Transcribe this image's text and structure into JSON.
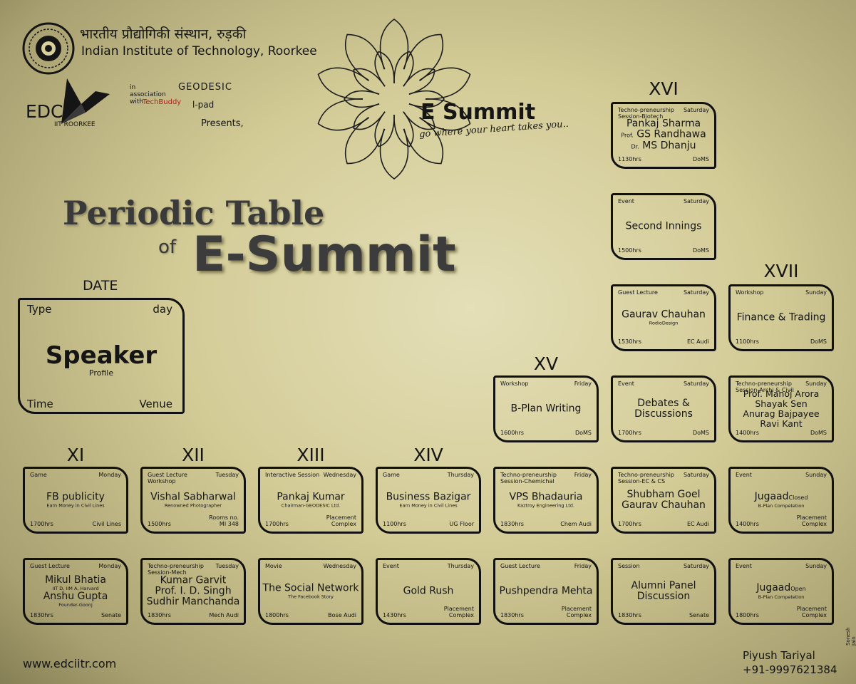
{
  "header": {
    "hindi": "भारतीय प्रौद्योगिकी संस्थान, रुड़की",
    "institute": "Indian Institute of Technology, Roorkee",
    "edc": "EDC",
    "edc_sub": "IIT ROORKEE",
    "assoc": "in association with",
    "geodesic": "GEODESIC",
    "techbuddy": "TechBuddy",
    "lpad": "l-pad",
    "presents": "Presents,"
  },
  "esummit": {
    "title": "E Summit",
    "tagline": "go where your heart takes you.."
  },
  "poster_title": {
    "line1": "Periodic Table",
    "of": "of",
    "line2": "E-Summit"
  },
  "key": {
    "date": "DATE",
    "type": "Type",
    "day": "day",
    "speaker": "Speaker",
    "profile": "Profile",
    "time": "Time",
    "venue": "Venue"
  },
  "groups": [
    "XI",
    "XII",
    "XIII",
    "XIV",
    "XV",
    "XVI",
    "XVII"
  ],
  "cards": [
    {
      "type": "Game",
      "day": "Monday",
      "name": "FB publicity",
      "sub": "Earn Money in Civil Lines",
      "time": "1700hrs",
      "venue": "Civil Lines"
    },
    {
      "type": "Guest Lecture Workshop",
      "day": "Tuesday",
      "name": "Vishal Sabharwal",
      "sub": "Renowned Photographer",
      "time": "1500hrs",
      "venue": "Rooms no. MI 348"
    },
    {
      "type": "Interactive Session",
      "day": "Wednesday",
      "name": "Pankaj Kumar",
      "sub": "Chairman-GEODESIC Ltd.",
      "time": "1700hrs",
      "venue": "Placement Complex"
    },
    {
      "type": "Game",
      "day": "Thursday",
      "name": "Business Bazigar",
      "sub": "Earn Money in Civil Lines",
      "time": "1100hrs",
      "venue": "UG Floor"
    },
    {
      "type": "Techno-preneurship Session-Chemichal",
      "day": "Friday",
      "name": "VPS Bhadauria",
      "sub": "Kaztroy Engineering Ltd.",
      "time": "1830hrs",
      "venue": "Chem Audi"
    },
    {
      "type": "Techno-preneurship Session-EC & CS",
      "day": "Saturday",
      "name": "Shubham Goel",
      "name2": "Gaurav Chauhan",
      "time": "1700hrs",
      "venue": "EC Audi"
    },
    {
      "type": "Event",
      "day": "Sunday",
      "name": "Jugaad",
      "tag": "Closed",
      "sub": "B-Plan Competetion",
      "time": "1400hrs",
      "venue": "Placement Complex"
    },
    {
      "type": "Guest Lecture",
      "day": "Monday",
      "name": "Mikul Bhatia",
      "sub": "IIT D, IIM A, Harvard",
      "name2": "Anshu Gupta",
      "sub2": "Founder-Goonj",
      "time": "1830hrs",
      "venue": "Senate"
    },
    {
      "type": "Techno-preneurship Session-Mech",
      "day": "Tuesday",
      "name": "Kumar Garvit",
      "name2": "Prof. I. D. Singh",
      "name3": "Sudhir Manchanda",
      "time": "1830hrs",
      "venue": "Mech Audi"
    },
    {
      "type": "Movie",
      "day": "Wednesday",
      "name": "The Social Network",
      "sub": "The Facebook Story",
      "time": "1800hrs",
      "venue": "Bose Audi"
    },
    {
      "type": "Event",
      "day": "Thursday",
      "name": "Gold Rush",
      "time": "1430hrs",
      "venue": "Placement Complex"
    },
    {
      "type": "Guest Lecture",
      "day": "Friday",
      "name": "Pushpendra Mehta",
      "time": "1830hrs",
      "venue": "Placement Complex"
    },
    {
      "type": "Session",
      "day": "Saturday",
      "name": "Alumni Panel",
      "name2": "Discussion",
      "time": "1830hrs",
      "venue": "Senate"
    },
    {
      "type": "Event",
      "day": "Sunday",
      "name": "Jugaad",
      "tag": "Open",
      "sub": "B-Plan Competetion",
      "time": "1800hrs",
      "venue": "Placement Complex"
    },
    {
      "type": "Workshop",
      "day": "Friday",
      "name": "B-Plan Writing",
      "time": "1600hrs",
      "venue": "DoMS"
    },
    {
      "type": "Event",
      "day": "Saturday",
      "name": "Debates & Discussions",
      "time": "1700hrs",
      "venue": "DoMS"
    },
    {
      "type": "Techno-preneurship Session-Archi & Civil",
      "day": "Sunday",
      "name": "Prof. Manoj Arora",
      "name2": "Shayak Sen",
      "name3": "Anurag Bajpayee",
      "name4": "Ravi Kant",
      "time": "1400hrs",
      "venue": "DoMS"
    },
    {
      "type": "Guest Lecture",
      "day": "Saturday",
      "name": "Gaurav Chauhan",
      "sub": "RodioDesign",
      "time": "1530hrs",
      "venue": "EC Audi"
    },
    {
      "type": "Workshop",
      "day": "Sunday",
      "name": "Finance & Trading",
      "time": "1100hrs",
      "venue": "DoMS"
    },
    {
      "type": "Event",
      "day": "Saturday",
      "name": "Second Innings",
      "time": "1500hrs",
      "venue": "DoMS"
    },
    {
      "type": "Techno-preneurship Session-Biotech",
      "day": "Saturday",
      "name": "Pankaj Sharma",
      "pre2": "Prof.",
      "name2": "GS Randhawa",
      "pre3": "Dr.",
      "name3": "MS Dhanju",
      "time": "1130hrs",
      "venue": "DoMS"
    }
  ],
  "footer": {
    "website": "www.edciitr.com",
    "contact_name": "Piyush Tariyal",
    "contact_phone": "+91-9997621384",
    "credit": "Sonesh Jain"
  }
}
